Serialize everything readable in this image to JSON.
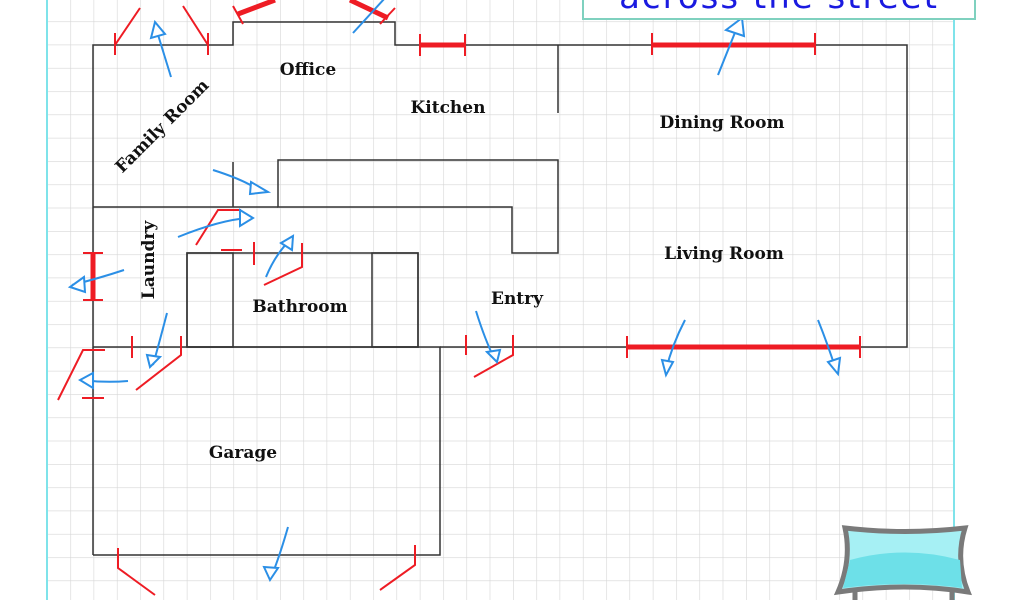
{
  "banner": {
    "text": "across the street"
  },
  "rooms": {
    "office": "Office",
    "family_room": "Family Room",
    "kitchen": "Kitchen",
    "dining_room": "Dining Room",
    "living_room": "Living Room",
    "laundry": "Laundry",
    "bathroom": "Bathroom",
    "entry": "Entry",
    "garage": "Garage"
  },
  "colors": {
    "grid": "#d6d6d6",
    "border": "#7fe3ea",
    "wall": "#333333",
    "door": "#ee1c24",
    "arrow": "#2b8fe6"
  },
  "icons": {
    "logo": "tent-canopy-icon"
  }
}
